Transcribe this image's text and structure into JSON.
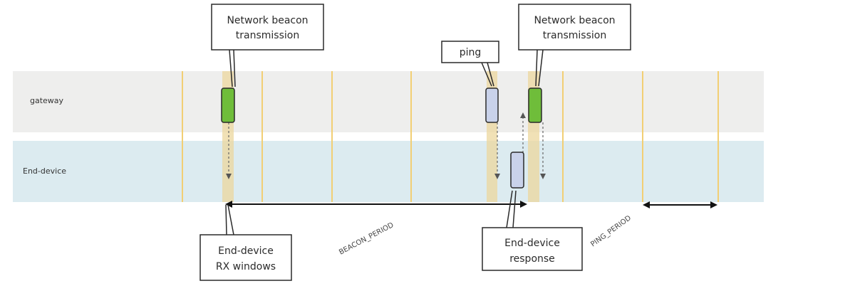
{
  "lanes": {
    "gateway": "gateway",
    "end_device": "End-device"
  },
  "callouts": {
    "beacon_1": [
      "Network beacon",
      "transmission"
    ],
    "ping": [
      "ping"
    ],
    "beacon_2": [
      "Network beacon",
      "transmission"
    ],
    "rx_windows": [
      "End-device",
      "RX windows"
    ],
    "response": [
      "End-device",
      "response"
    ]
  },
  "spans": {
    "beacon_period": "BEACON_PERIOD",
    "ping_period": "PING_PERIOD"
  },
  "colors": {
    "gateway_lane": "#eeeeed",
    "end_device_lane": "#dcebf0",
    "slot_line": "#f2cf74",
    "active_slot": "#ecd79d",
    "beacon_fill": "#6fbd3a",
    "ping_fill": "#c9d2ea",
    "box_stroke": "#2a2a2a"
  }
}
